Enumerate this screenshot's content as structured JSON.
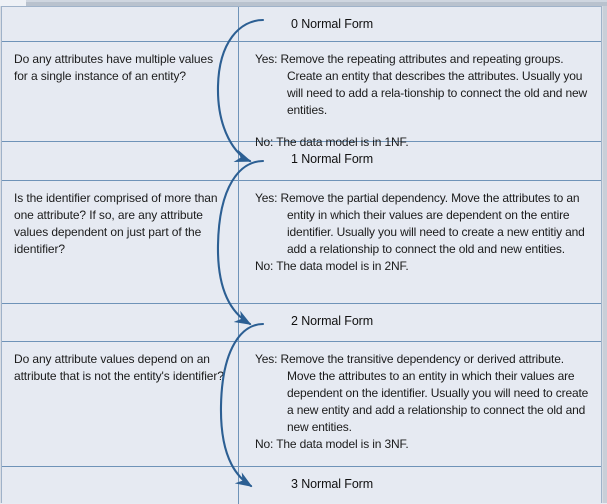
{
  "diagram": {
    "title": "Database Normalization Decision Flow",
    "colors": {
      "page_background": "#d9dde4",
      "table_background": "#e6eaf2",
      "border": "#6f93b8",
      "outer_border": "#9fb2c9",
      "arrow": "#2c5f93",
      "text": "#1b1b1b",
      "top_strip": "#b9c2ce"
    },
    "rows": [
      {
        "kind": "normal-form",
        "left": "",
        "right": "0 Normal Form"
      },
      {
        "kind": "question",
        "question": "Do any attributes have multiple values for a single instance of an entity?",
        "yes_label": "Yes:",
        "yes_text": "Remove the repeating attributes and repeating groups. Create an entity that describes the attributes. Usually you will need to add a rela-tionship to connect the old and new entities.",
        "no_label": "No:",
        "no_text": "The data model is in 1NF."
      },
      {
        "kind": "normal-form",
        "left": "",
        "right": "1 Normal Form"
      },
      {
        "kind": "question",
        "question": "Is the identifier comprised of more than one attribute? If so, are any attribute values dependent on just part of the identifier?",
        "yes_label": "Yes:",
        "yes_text": "Remove the partial dependency. Move the attributes to an entity in which their values are dependent on the entire identifier. Usually you will need to create a new entitiy and add a relationship to connect the old and new entities.",
        "no_label": "No:",
        "no_text": "The data model is in 2NF."
      },
      {
        "kind": "normal-form",
        "left": "",
        "right": "2 Normal Form"
      },
      {
        "kind": "question",
        "question": "Do any attribute values depend on an attribute that is not the entity's identifier?",
        "yes_label": "Yes:",
        "yes_text": "Remove the transitive dependency or derived attribute. Move the attributes to an entity in which their values are dependent on the identifier. Usually you will need to create a new entity and add a relationship to connect the old and new entities.",
        "no_label": "No:",
        "no_text": "The data model is in 3NF."
      },
      {
        "kind": "normal-form",
        "left": "",
        "right": "3 Normal Form"
      }
    ],
    "arrows": [
      {
        "name": "arrow-0nf-to-1nf",
        "from": "0 Normal Form",
        "to": "1 Normal Form"
      },
      {
        "name": "arrow-1nf-to-2nf",
        "from": "1 Normal Form",
        "to": "2 Normal Form"
      },
      {
        "name": "arrow-2nf-to-3nf",
        "from": "2 Normal Form",
        "to": "3 Normal Form"
      }
    ]
  }
}
